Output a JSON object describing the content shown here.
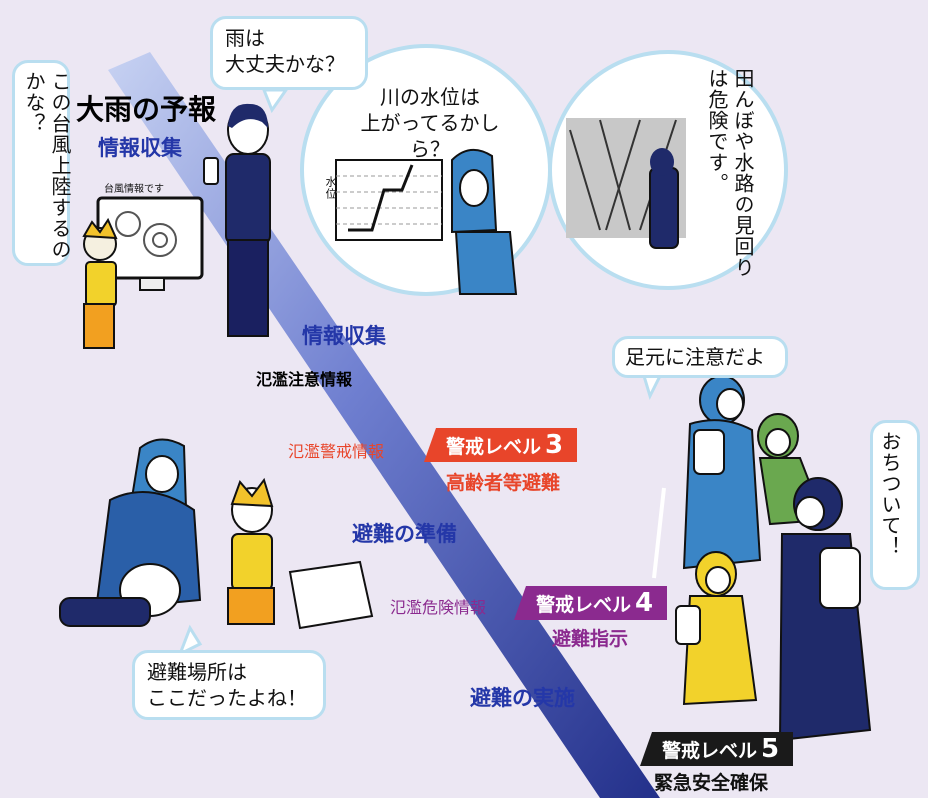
{
  "title": "大雨の予報",
  "bubbles": {
    "typhoon": "この台風上陸するのかな？",
    "rain": "雨は\n大丈夫かな？",
    "river": "川の水位は\n上がってるかしら？",
    "field": "田んぼや水路の見回りは危険です。",
    "footing": "足元に注意だよ",
    "calm": "おちついて！",
    "shelter": "避難場所は\nここだったよね！"
  },
  "small_text": {
    "tv_caption": "台風情報です",
    "chart_axis": "水位"
  },
  "stages": {
    "info1": "情報収集",
    "info2": "情報収集",
    "prepare": "避難の準備",
    "execute": "避難の実施"
  },
  "alerts": {
    "caution": "氾濫注意情報",
    "warning": "氾濫警戒情報",
    "danger": "氾濫危険情報"
  },
  "levels": [
    {
      "label": "警戒レベル",
      "num": "3",
      "action": "高齢者等避難",
      "color": "#e8452a"
    },
    {
      "label": "警戒レベル",
      "num": "4",
      "action": "避難指示",
      "color": "#8b2a8f"
    },
    {
      "label": "警戒レベル",
      "num": "5",
      "action": "緊急安全確保",
      "color": "#1a1a1a"
    }
  ],
  "colors": {
    "background": "#ece7f3",
    "arrow_dark": "#2a3591",
    "arrow_light": "#b8c6ee",
    "stage_text": "#2437a8",
    "bubble_border": "#b9def0"
  }
}
